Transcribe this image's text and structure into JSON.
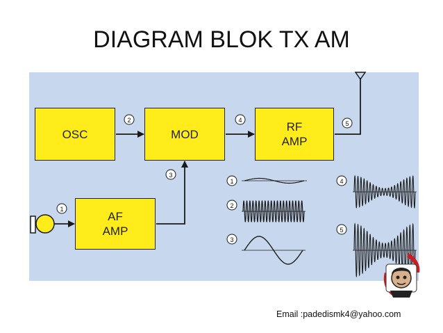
{
  "slide": {
    "title": "DIAGRAM BLOK TX AM",
    "email": "Email :padedismk4@yahoo.com"
  },
  "blocks": {
    "osc": "OSC",
    "mod": "MOD",
    "rf_line1": "RF",
    "rf_line2": "AMP",
    "af_line1": "AF",
    "af_line2": "AMP"
  },
  "points": [
    "1",
    "2",
    "3",
    "4",
    "5"
  ],
  "waveforms": {
    "w1": "1",
    "w2": "2",
    "w3": "3",
    "w4": "4",
    "w5": "5"
  },
  "colors": {
    "panel": "#c7d8ee",
    "block": "#ffec1a",
    "line": "#1a1a1a"
  }
}
